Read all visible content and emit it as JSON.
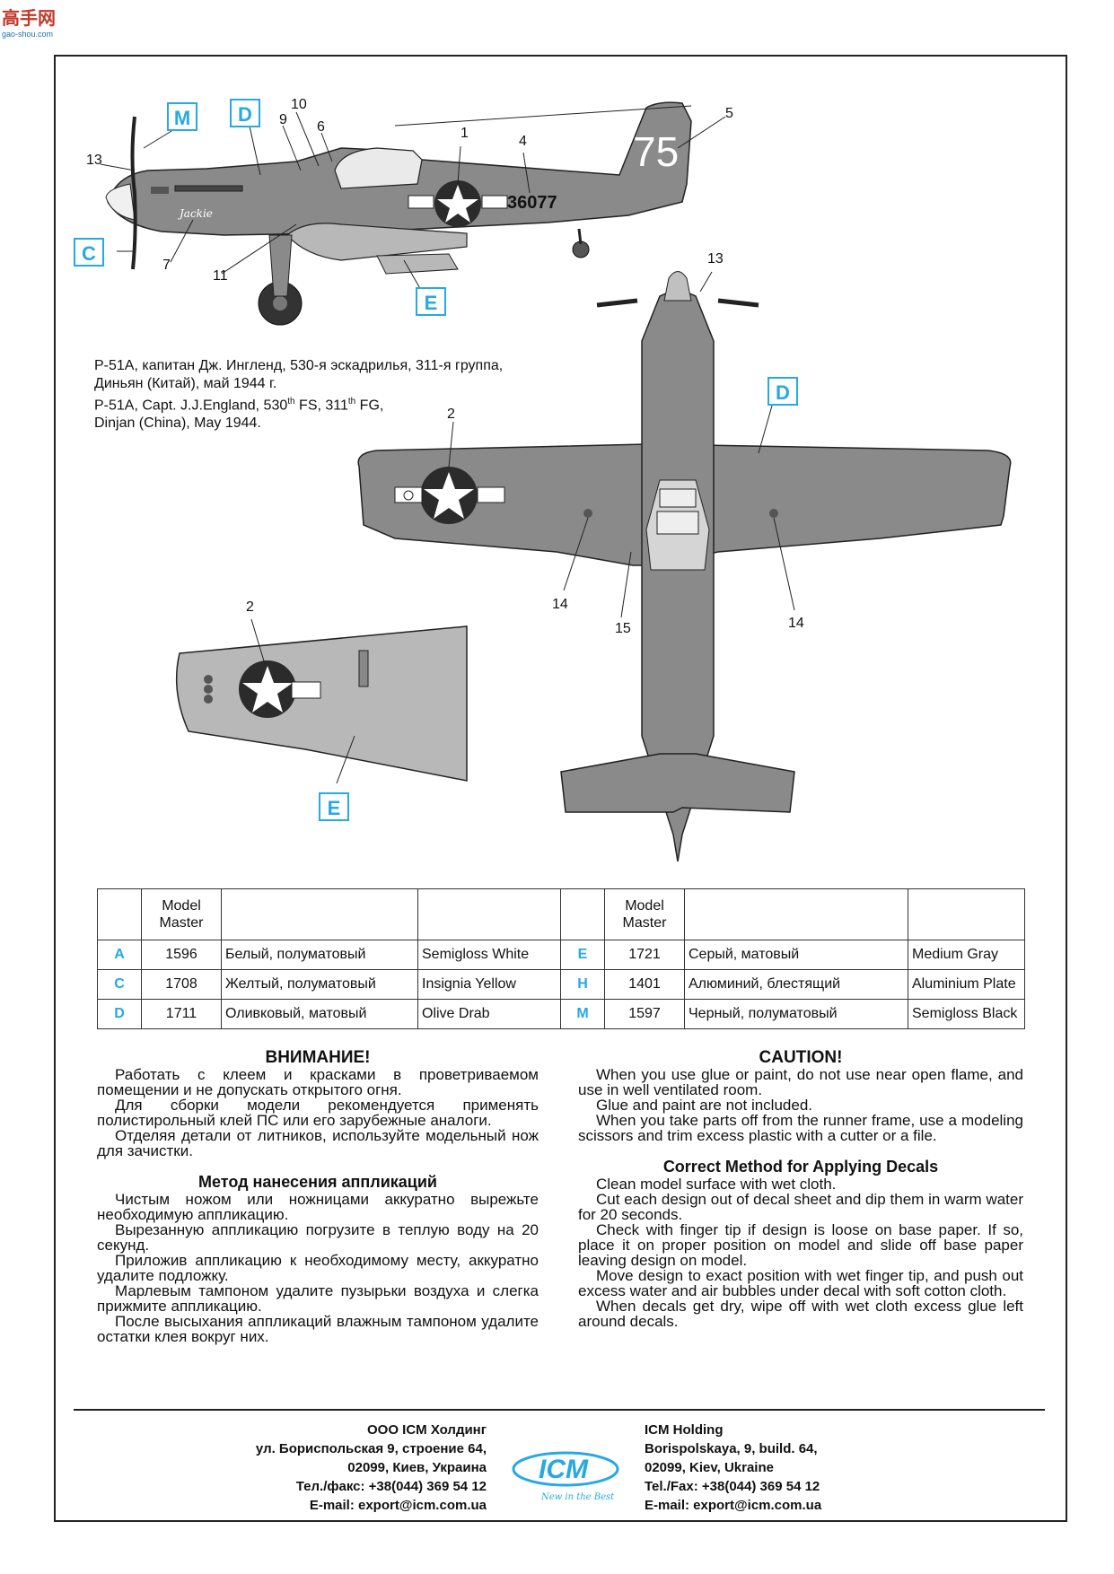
{
  "watermark": {
    "text": "高手网",
    "url": "gao-shou.com"
  },
  "callouts": {
    "c1": "1",
    "c2a": "2",
    "c2b": "2",
    "c4": "4",
    "c5": "5",
    "c6": "6",
    "c7": "7",
    "c9": "9",
    "c10": "10",
    "c11": "11",
    "c13a": "13",
    "c13b": "13",
    "c14a": "14",
    "c14b": "14",
    "c15": "15"
  },
  "markers": {
    "m": "M",
    "d1": "D",
    "d2": "D",
    "c": "C",
    "e1": "E",
    "e2": "E"
  },
  "aircraft": {
    "serial": "36077",
    "tail_number": "75",
    "nose_name": "Jackie"
  },
  "caption": {
    "ru_line1": "P-51A, капитан Дж. Ингленд, 530-я  эскадрилья, 311-я группа,",
    "ru_line2": "Диньян (Китай), май 1944 г.",
    "en_line1_a": "P-51A, Capt. J.J.England, 530",
    "en_line1_sup1": "th",
    "en_line1_b": " FS, 311",
    "en_line1_sup2": "th",
    "en_line1_c": " FG,",
    "en_line2": "Dinjan (China), May 1944."
  },
  "paint_table": {
    "header": "Model Master",
    "left": [
      {
        "letter": "A",
        "num": "1596",
        "ru": "Белый, полуматовый",
        "en": "Semigloss White"
      },
      {
        "letter": "C",
        "num": "1708",
        "ru": "Желтый, полуматовый",
        "en": "Insignia Yellow"
      },
      {
        "letter": "D",
        "num": "1711",
        "ru": "Оливковый, матовый",
        "en": "Olive Drab"
      }
    ],
    "right": [
      {
        "letter": "E",
        "num": "1721",
        "ru": "Серый, матовый",
        "en": "Medium Gray"
      },
      {
        "letter": "H",
        "num": "1401",
        "ru": "Алюминий, блестящий",
        "en": "Aluminium Plate"
      },
      {
        "letter": "M",
        "num": "1597",
        "ru": "Черный, полуматовый",
        "en": "Semigloss Black"
      }
    ]
  },
  "ru_text": {
    "caution_title": "ВНИМАНИЕ!",
    "caution_p1": "Работать с клеем и красками в проветриваемом помещении и не допускать открытого огня.",
    "caution_p2": "Для сборки модели рекомендуется применять полистирольный клей ПС или его зарубежные аналоги.",
    "caution_p3": "Отделяя детали от литников, используйте модельный нож для зачистки.",
    "decals_title": "Метод нанесения аппликаций",
    "decals_p1": "Чистым ножом или ножницами аккуратно вырежьте необходимую аппликацию.",
    "decals_p2": "Вырезанную аппликацию погрузите в теплую воду на 20 секунд.",
    "decals_p3": "Приложив аппликацию к необходимому месту, аккуратно удалите подложку.",
    "decals_p4": "Марлевым тампоном удалите пузырьки воздуха и слегка прижмите аппликацию.",
    "decals_p5": "После высыхания аппликаций влажным тампоном удалите остатки клея вокруг них."
  },
  "en_text": {
    "caution_title": "CAUTION!",
    "caution_p1": "When you use glue or paint, do not use near open flame, and use in well ventilated room.",
    "caution_p2": "Glue and paint are not included.",
    "caution_p3": "When you take parts off from the runner frame, use a modeling scissors and trim excess plastic with a cutter or a file.",
    "decals_title": "Correct Method for Applying Decals",
    "decals_p1": "Clean model surface with wet cloth.",
    "decals_p2": "Cut each design out of decal sheet and dip them in warm water for 20 seconds.",
    "decals_p3": "Check with finger tip if design is loose on base paper. If so, place it on proper position on model and slide off base paper leaving design on model.",
    "decals_p4": "Move design to exact position with wet finger tip, and push out excess water and air bubbles under decal with soft cotton cloth.",
    "decals_p5": "When decals get dry, wipe off with wet cloth excess glue left around decals."
  },
  "footer": {
    "ru": [
      "ООО ICM Холдинг",
      "ул. Бориспольская 9, строение 64,",
      "02099, Киев, Украина",
      "Тел./факс: +38(044) 369 54 12",
      "E-mail: export@icm.com.ua"
    ],
    "en": [
      "ICM Holding",
      "Borispolskaya, 9, build. 64,",
      "02099, Kiev, Ukraine",
      "Tel./Fax: +38(044) 369 54 12",
      "E-mail: export@icm.com.ua"
    ],
    "logo_text": "ICM",
    "logo_tagline": "New in the Best"
  },
  "colors": {
    "accent": "#27a9e1",
    "aircraft": "#8a8a8a",
    "aircraft_dark": "#6f6f6f",
    "aircraft_light": "#b8b8b8"
  }
}
